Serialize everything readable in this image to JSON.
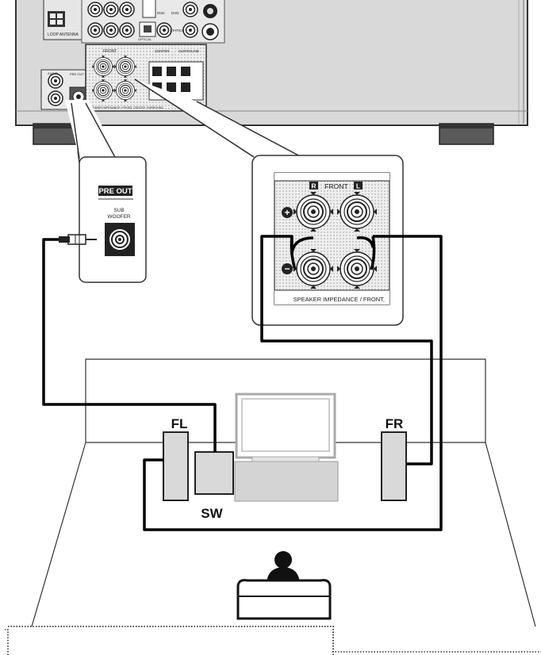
{
  "receiver": {
    "panel_labels": {
      "antenna": "LOOP ANTENNA",
      "front_small": "FRONT",
      "surround": "SURROUND",
      "center": "CENTER",
      "speaker_impedance_small": "SPEAKER IMPEDANCE / FRONT, CENTER, SURROUND",
      "dvd": "DVD",
      "station": "STATION",
      "optical": "OPTICAL",
      "audio": "AUDIO",
      "pre_out_small": "PRE OUT"
    }
  },
  "callout_preout": {
    "title": "PRE OUT",
    "jack_label_line1": "SUB",
    "jack_label_line2": "WOOFER"
  },
  "callout_front": {
    "title": "FRONT",
    "right_channel": "R",
    "left_channel": "L",
    "plus_symbol": "+",
    "minus_symbol": "−",
    "footer": "SPEAKER IMPEDANCE / FRONT,"
  },
  "room": {
    "speaker_fl": "FL",
    "speaker_fr": "FR",
    "subwoofer": "SW"
  },
  "colors": {
    "receiver_body": "#d6d6d6",
    "dark_foot": "#555555",
    "cable": "#000000",
    "tv_gray": "#cfcfcf"
  }
}
